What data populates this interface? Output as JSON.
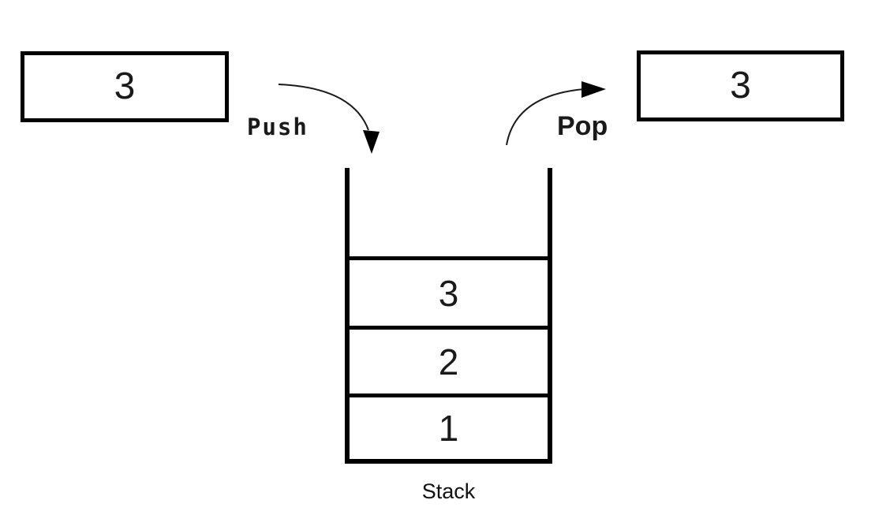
{
  "diagram": {
    "push": {
      "label": "Push",
      "item_value": "3"
    },
    "pop": {
      "label": "Pop",
      "item_value": "3"
    },
    "stack": {
      "caption": "Stack",
      "items": [
        {
          "value": "3"
        },
        {
          "value": "2"
        },
        {
          "value": "1"
        }
      ]
    },
    "colors": {
      "line": "#000000",
      "text": "#1a1a1a",
      "background": "#ffffff"
    }
  }
}
